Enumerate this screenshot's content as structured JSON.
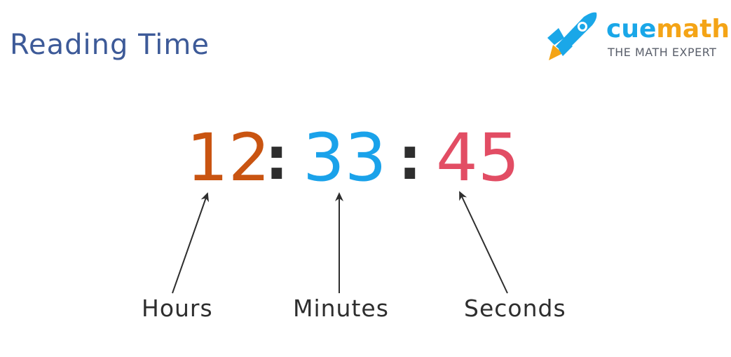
{
  "header": {
    "title": "Reading Time"
  },
  "logo": {
    "icon": "rocket-icon",
    "brand_part1": "cue",
    "brand_part2": "math",
    "tagline": "THE MATH EXPERT",
    "colors": {
      "cue": "#1aa7e8",
      "math": "#f4a416"
    }
  },
  "clock": {
    "hours": "12",
    "separator": ":",
    "minutes": "33",
    "seconds": "45",
    "colors": {
      "hours": "#c95411",
      "minutes": "#1aa2ea",
      "seconds": "#e24d64"
    }
  },
  "labels": {
    "hours": "Hours",
    "minutes": "Minutes",
    "seconds": "Seconds"
  }
}
